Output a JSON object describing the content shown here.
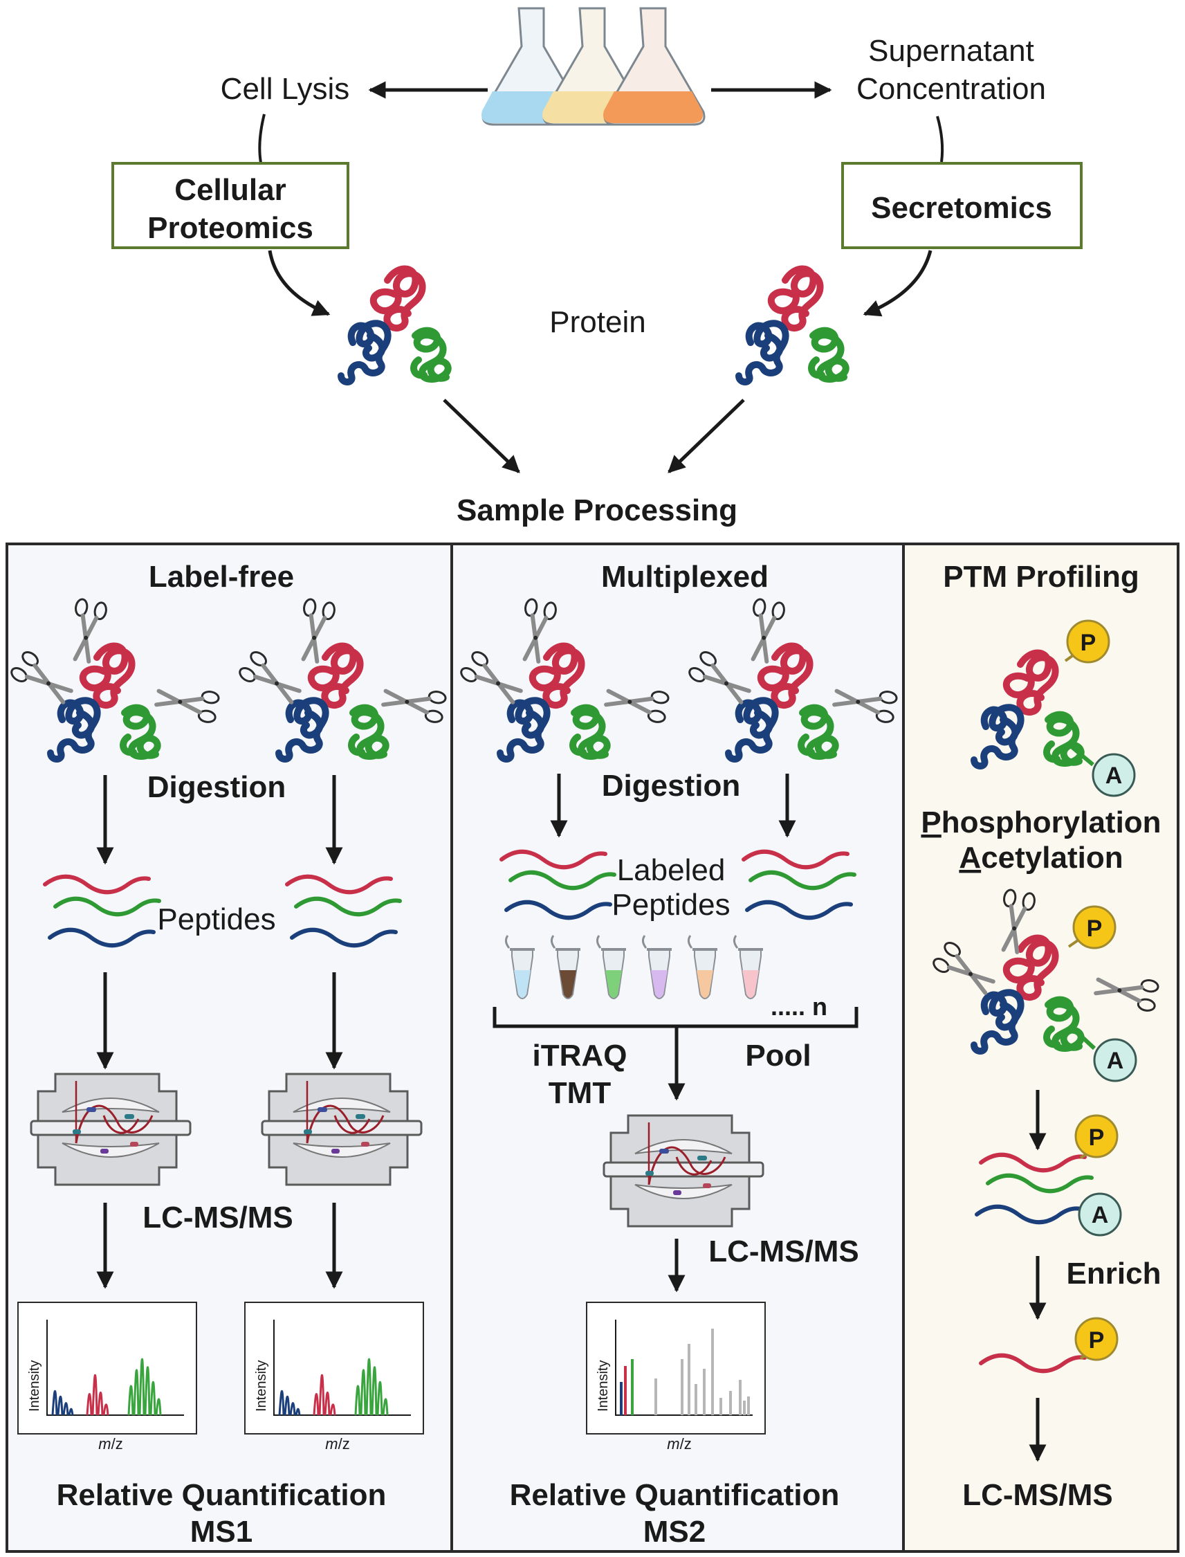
{
  "top": {
    "cell_lysis": "Cell Lysis",
    "supernatant_line1": "Supernatant",
    "supernatant_line2": "Concentration",
    "cellular_line1": "Cellular",
    "cellular_line2": "Proteomics",
    "secretomics": "Secretomics",
    "protein": "Protein",
    "sample_processing": "Sample Processing"
  },
  "label_free": {
    "title": "Label-free",
    "digestion": "Digestion",
    "peptides": "Peptides",
    "lcms": "LC-MS/MS",
    "quant_line1": "Relative Quantification",
    "quant_line2": "MS1",
    "spectrum": {
      "ylabel": "Intensity",
      "xlabel_italic": "m",
      "xlabel_rest": "/z"
    }
  },
  "multiplexed": {
    "title": "Multiplexed",
    "digestion": "Digestion",
    "labeled_line1": "Labeled",
    "labeled_line2": "Peptides",
    "tubes_more": "..... n",
    "itraq": "iTRAQ",
    "tmt": "TMT",
    "pool": "Pool",
    "lcms": "LC-MS/MS",
    "quant_line1": "Relative Quantification",
    "quant_line2": "MS2",
    "spectrum": {
      "ylabel": "Intensity",
      "xlabel_italic": "m",
      "xlabel_rest": "/z"
    }
  },
  "ptm": {
    "title": "PTM Profiling",
    "phospho_initial": "P",
    "phospho_rest": "hosphorylation",
    "acetyl_initial": "A",
    "acetyl_rest": "cetylation",
    "badge_p": "P",
    "badge_a": "A",
    "enrich": "Enrich",
    "lcms": "LC-MS/MS"
  },
  "colors": {
    "red": "#c8304a",
    "blue": "#1b3f7a",
    "green": "#2f9a34",
    "panel_bg": "#f5f7fa",
    "ptm_bg": "#fbf9ef",
    "box_border": "#5b7a2e",
    "phospho_fill": "#f5c518",
    "acetyl_fill": "#cfeee8"
  }
}
